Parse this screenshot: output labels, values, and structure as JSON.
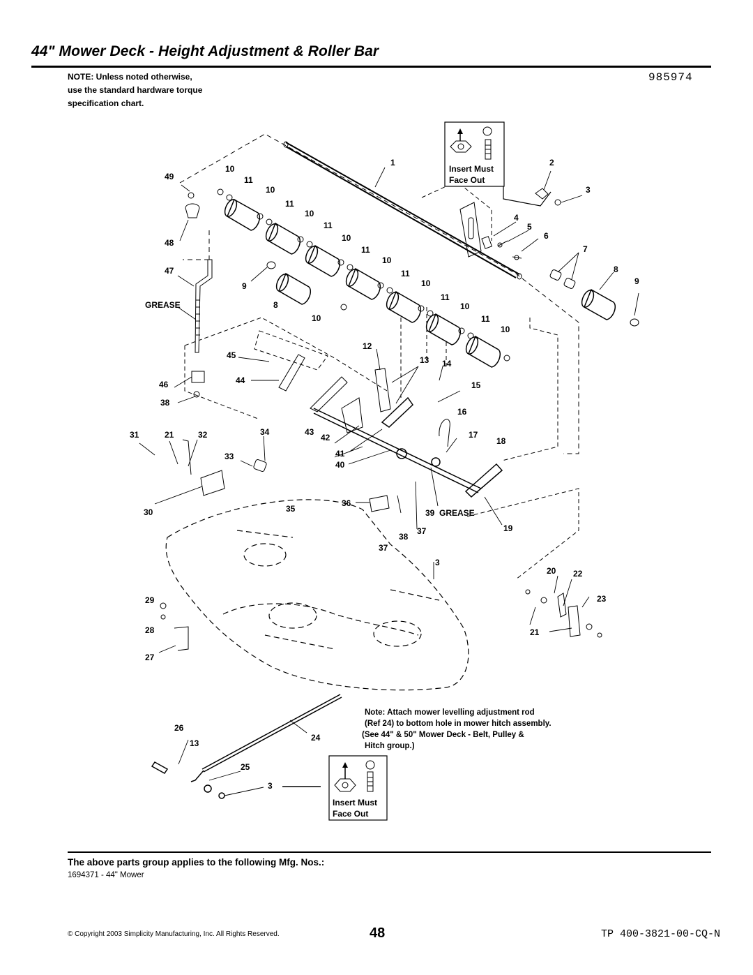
{
  "header": {
    "title": "44\" Mower Deck - Height Adjustment & Roller Bar",
    "part_number": "985974"
  },
  "note": {
    "lines": [
      "NOTE: Unless noted otherwise,",
      "use the standard hardware torque",
      "specification chart."
    ]
  },
  "diagram": {
    "callouts": [
      "49",
      "10",
      "11",
      "10",
      "11",
      "10",
      "11",
      "10",
      "11",
      "10",
      "11",
      "10",
      "11",
      "10",
      "11",
      "10",
      "1",
      "2",
      "3",
      "4",
      "5",
      "6",
      "7",
      "8",
      "9",
      "48",
      "47",
      "9",
      "8",
      "10",
      "GREASE",
      "12",
      "13",
      "14",
      "15",
      "16",
      "17",
      "18",
      "45",
      "44",
      "46",
      "38",
      "31",
      "21",
      "32",
      "34",
      "33",
      "43",
      "42",
      "41",
      "40",
      "30",
      "35",
      "36",
      "39",
      "GREASE",
      "37",
      "38",
      "19",
      "37",
      "3",
      "20",
      "22",
      "29",
      "23",
      "28",
      "21",
      "27",
      "26",
      "13",
      "24",
      "25",
      "3"
    ],
    "insert_label_1": "Insert Must",
    "insert_label_2": "Face Out",
    "hitch_note": [
      "Note: Attach mower levelling adjustment rod",
      "(Ref 24) to bottom hole in mower hitch assembly.",
      "(See 44\" & 50\" Mower Deck - Belt, Pulley &",
      "Hitch group.)"
    ]
  },
  "footer": {
    "applies_text": "The above parts group applies to the following Mfg. Nos.:",
    "mfg_number": "1694371 - 44\" Mower",
    "copyright": "© Copyright 2003 Simplicity Manufacturing, Inc. All Rights Reserved.",
    "page_number": "48",
    "doc_code": "TP 400-3821-00-CQ-N"
  }
}
